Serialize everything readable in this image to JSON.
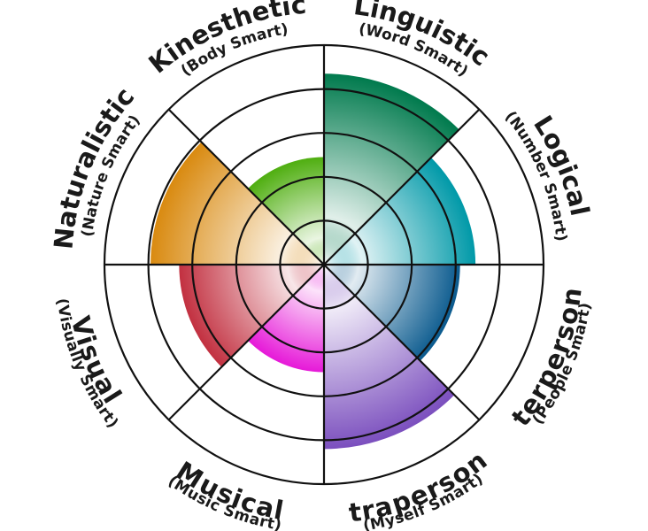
{
  "diagram": {
    "levels": 5,
    "segments": [
      {
        "id": "linguistic",
        "title": "Linguistic",
        "subtitle": "(Word Smart)",
        "level": 4.35,
        "color": "#007a4d"
      },
      {
        "id": "logical",
        "title": "Logical",
        "subtitle": "(Number Smart)",
        "level": 3.45,
        "color": "#0099a8"
      },
      {
        "id": "interpersonal",
        "title": "Interpersonal",
        "subtitle": "(People Smart)",
        "level": 3.1,
        "color": "#0a5a8e"
      },
      {
        "id": "intrapersonal",
        "title": "Intrapersonal",
        "subtitle": "(Myself Smart)",
        "level": 4.2,
        "color": "#7b4fbe"
      },
      {
        "id": "musical",
        "title": "Musical",
        "subtitle": "(Music Smart)",
        "level": 2.45,
        "color": "#e619d8"
      },
      {
        "id": "visual",
        "title": "Visual",
        "subtitle": "(Visually Smart)",
        "level": 3.3,
        "color": "#c23040"
      },
      {
        "id": "naturalistic",
        "title": "Naturalistic",
        "subtitle": "(Nature Smart)",
        "level": 3.95,
        "color": "#d98a10"
      },
      {
        "id": "kinesthetic",
        "title": "Kinesthetic",
        "subtitle": "(Body Smart)",
        "level": 2.45,
        "color": "#4fae10"
      }
    ]
  }
}
